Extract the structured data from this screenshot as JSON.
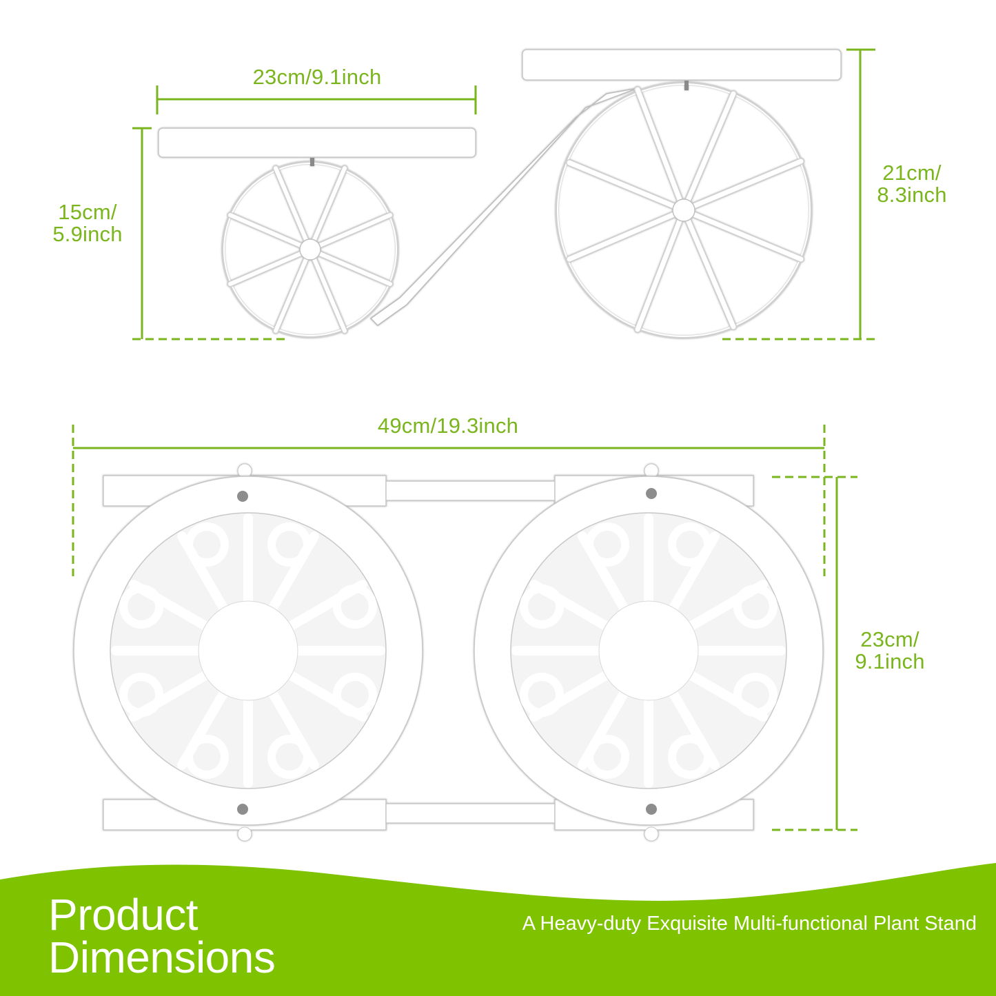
{
  "colors": {
    "accent": "#7ab51d",
    "product": "#ffffff",
    "outline": "#b5b5b5",
    "banner": "#7ec200"
  },
  "side_view": {
    "top_width_label": "23cm/9.1inch",
    "small_height_label": [
      "15cm/",
      "5.9inch"
    ],
    "large_height_label": [
      "21cm/",
      "8.3inch"
    ]
  },
  "top_view": {
    "total_width_label": "49cm/19.3inch",
    "depth_label": [
      "23cm/",
      "9.1inch"
    ]
  },
  "footer": {
    "title_lines": [
      "Product",
      "Dimensions"
    ],
    "subtitle": "A Heavy-duty Exquisite Multi-functional Plant Stand"
  }
}
